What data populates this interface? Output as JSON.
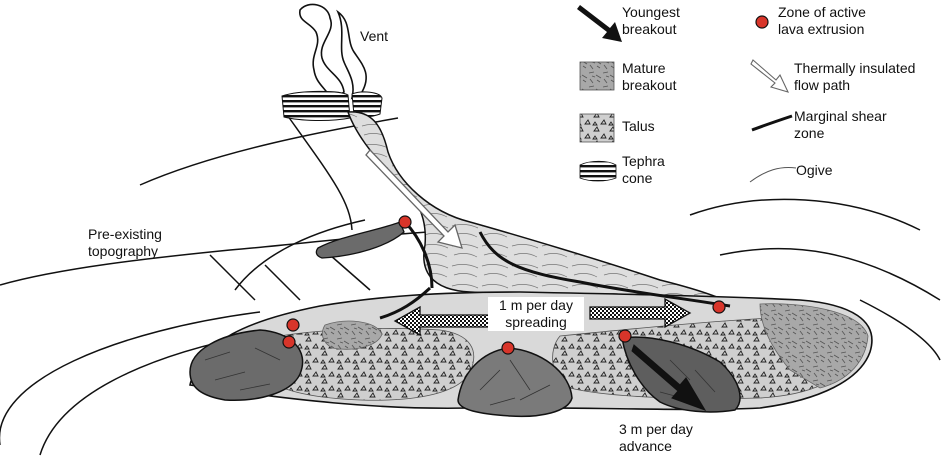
{
  "labels": {
    "vent": "Vent",
    "topography": "Pre-existing\ntopography",
    "spreading": "1 m per day\nspreading",
    "advance": "3 m per day\nadvance"
  },
  "legend": [
    {
      "key": "youngest",
      "text": "Youngest\nbreakout",
      "symbol": "black-arrow-icon"
    },
    {
      "key": "mature",
      "text": "Mature\nbreakout",
      "symbol": "mature-breakout-swatch"
    },
    {
      "key": "talus",
      "text": "Talus",
      "symbol": "talus-swatch"
    },
    {
      "key": "tephra",
      "text": "Tephra\ncone",
      "symbol": "tephra-cone-swatch"
    },
    {
      "key": "extrusion",
      "text": "Zone of active\nlava extrusion",
      "symbol": "red-dot-icon"
    },
    {
      "key": "insulated",
      "text": "Thermally insulated\nflow path",
      "symbol": "hollow-arrow-icon"
    },
    {
      "key": "shear",
      "text": "Marginal shear\nzone",
      "symbol": "thick-line-icon"
    },
    {
      "key": "ogive",
      "text": "Ogive",
      "symbol": "thin-curve-icon"
    }
  ],
  "colors": {
    "extrusion": "#d8352a",
    "flow_light": "#dcdcdc",
    "breakout_dark": "#6b6b6b",
    "talus": "#c9c9c9",
    "mature": "#a9a9a9"
  }
}
